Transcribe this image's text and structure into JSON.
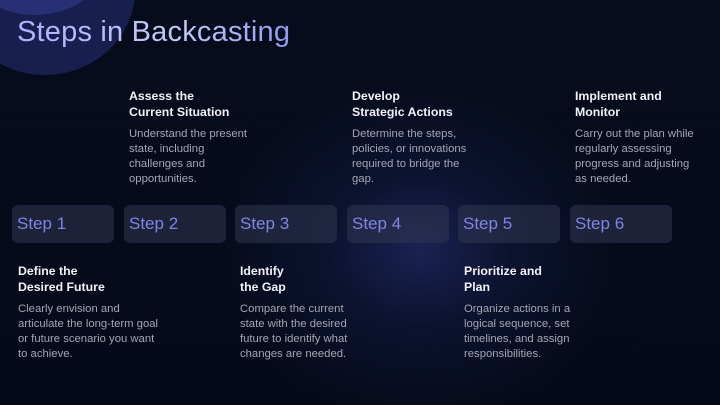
{
  "slide": {
    "title": "Steps in Backcasting",
    "accent_color": "#7c86e6",
    "background_color": "#060b1a"
  },
  "steps": [
    {
      "label": "Step 1",
      "heading_line1": "Define the",
      "heading_line2": "Desired Future",
      "description": "Clearly envision and articulate the long-term goal or future scenario you want to achieve.",
      "position": "bottom"
    },
    {
      "label": "Step 2",
      "heading_line1": "Assess the",
      "heading_line2": "Current Situation",
      "description": "Understand the present state, including challenges and opportunities.",
      "position": "top"
    },
    {
      "label": "Step 3",
      "heading_line1": "Identify",
      "heading_line2": "the Gap",
      "description": "Compare the current state with the desired future to identify what changes are needed.",
      "position": "bottom"
    },
    {
      "label": "Step 4",
      "heading_line1": "Develop",
      "heading_line2": "Strategic Actions",
      "description": "Determine the steps, policies, or innovations required to bridge the gap.",
      "position": "top"
    },
    {
      "label": "Step 5",
      "heading_line1": "Prioritize and",
      "heading_line2": "Plan",
      "description": "Organize actions in a logical sequence, set timelines, and assign responsibilities.",
      "position": "bottom"
    },
    {
      "label": "Step 6",
      "heading_line1": "Implement and",
      "heading_line2": "Monitor",
      "description": "Carry out the plan while regularly assessing progress and adjusting as needed.",
      "position": "top"
    }
  ]
}
